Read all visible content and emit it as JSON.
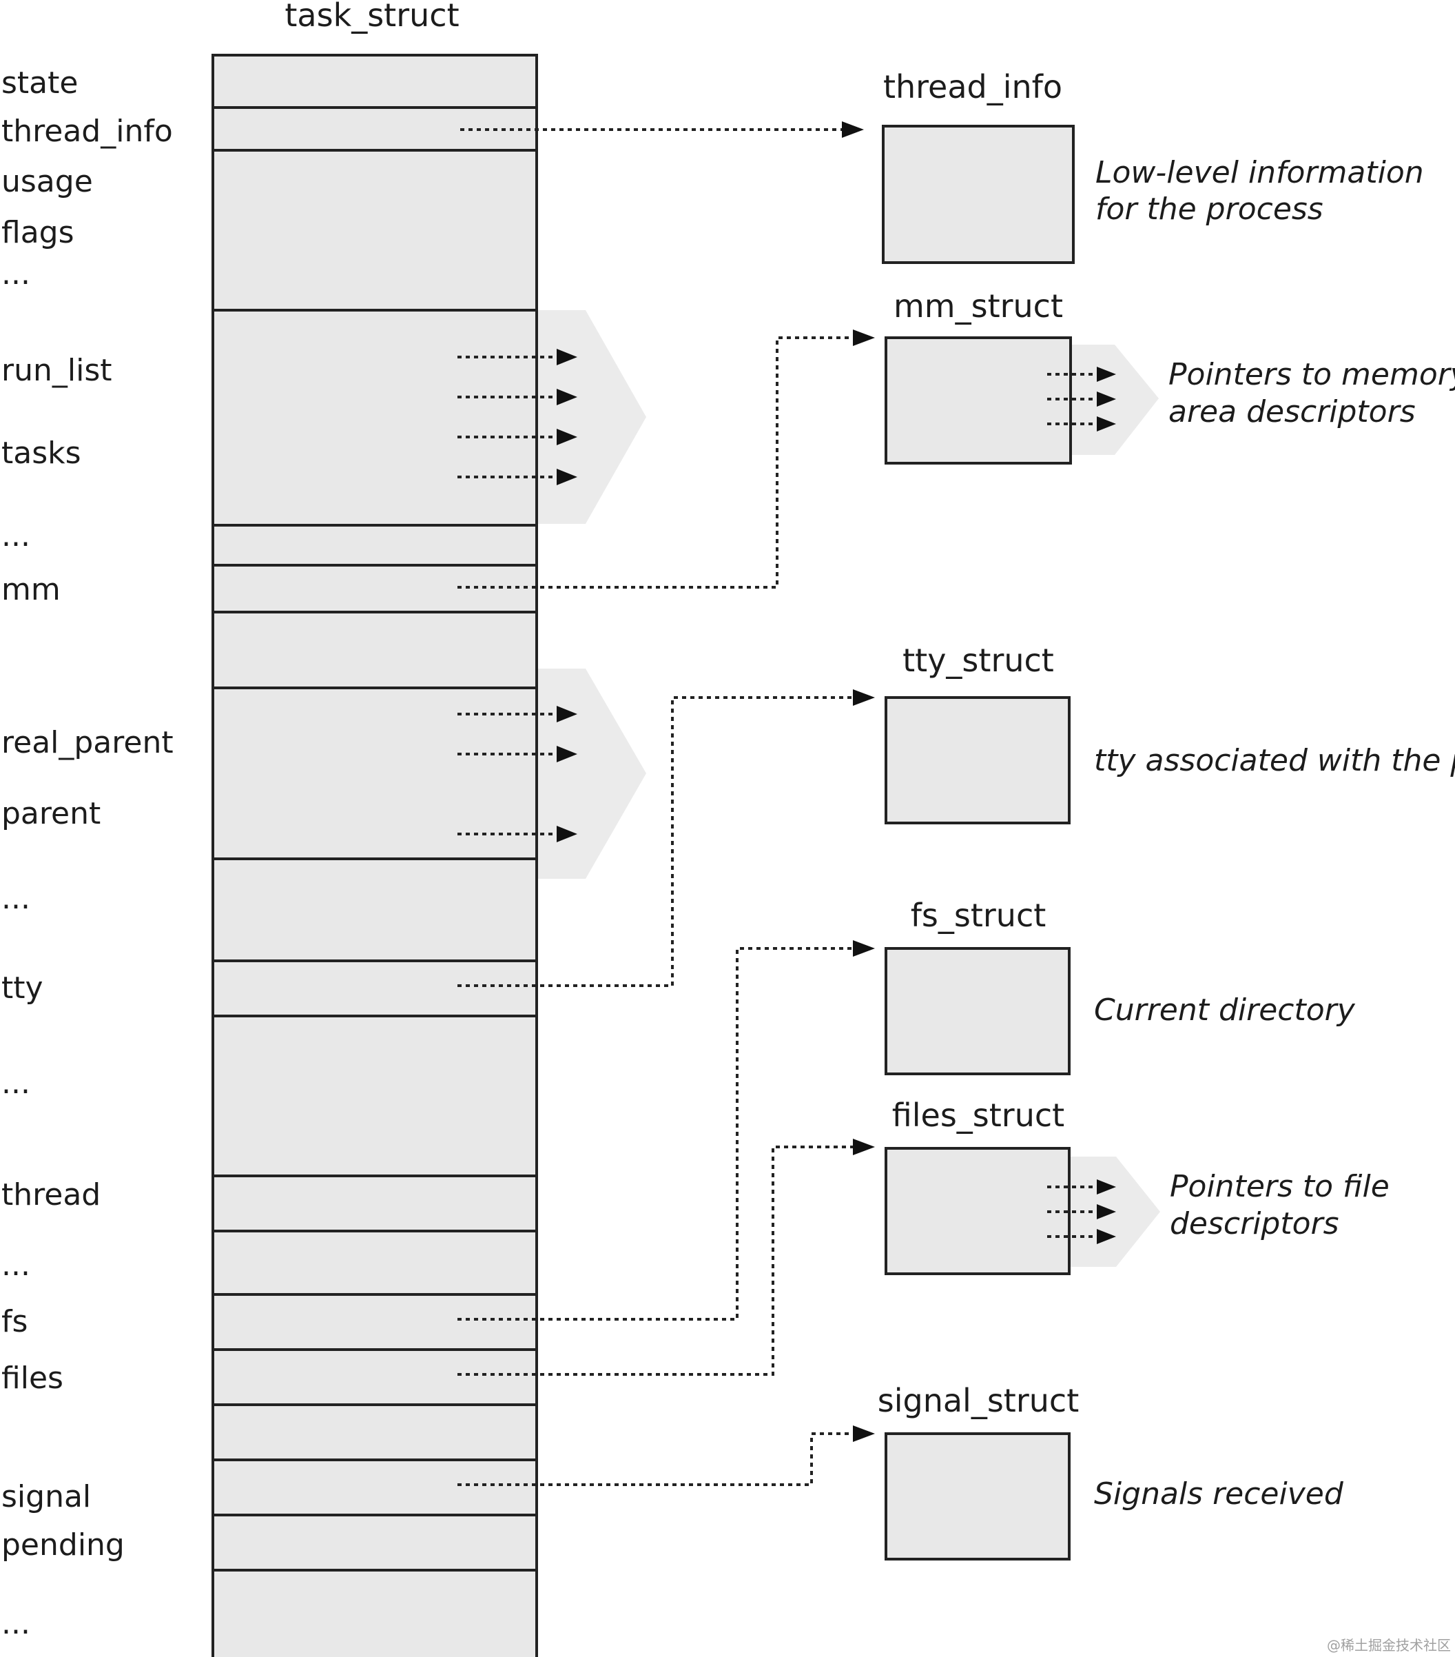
{
  "task_struct_title": "task_struct",
  "fields": {
    "state": "state",
    "thread_info": "thread_info",
    "usage": "usage",
    "flags": "flags",
    "dots1": "...",
    "run_list": "run_list",
    "tasks": "tasks",
    "dots2": "...",
    "mm": "mm",
    "real_parent": "real_parent",
    "parent": "parent",
    "dots3": "...",
    "tty": "tty",
    "dots4": "...",
    "thread": "thread",
    "dots5": "...",
    "fs": "fs",
    "files": "files",
    "signal": "signal",
    "pending": "pending",
    "dots6": "..."
  },
  "structs": {
    "thread_info": {
      "title": "thread_info",
      "desc_line1": "Low-level information",
      "desc_line2": "for the process"
    },
    "mm_struct": {
      "title": "mm_struct",
      "desc_line1": "Pointers to memory",
      "desc_line2": "area descriptors"
    },
    "tty_struct": {
      "title": "tty_struct",
      "desc_line1": "tty associated with the process"
    },
    "fs_struct": {
      "title": "fs_struct",
      "desc_line1": "Current directory"
    },
    "files_struct": {
      "title": "files_struct",
      "desc_line1": "Pointers to file",
      "desc_line2": "descriptors"
    },
    "signal_struct": {
      "title": "signal_struct",
      "desc_line1": "Signals received"
    }
  },
  "watermark": "@稀土掘金技术社区"
}
